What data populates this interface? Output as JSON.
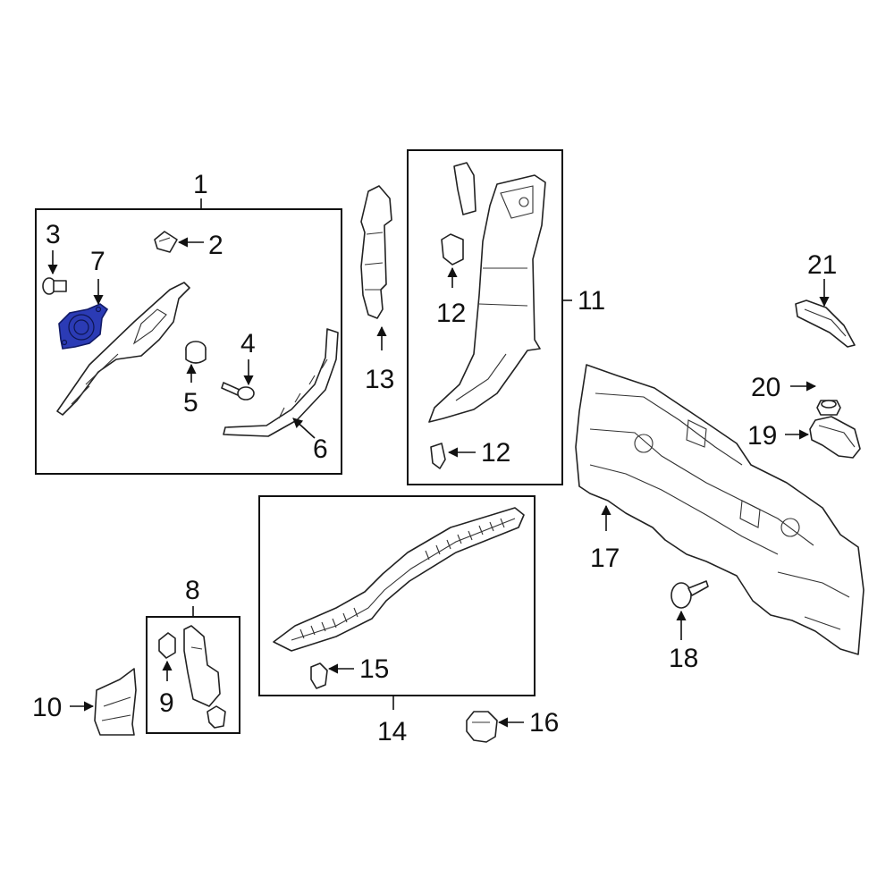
{
  "callouts": {
    "c1": "1",
    "c2": "2",
    "c3": "3",
    "c4": "4",
    "c5": "5",
    "c6": "6",
    "c7": "7",
    "c8": "8",
    "c9": "9",
    "c10": "10",
    "c11": "11",
    "c12a": "12",
    "c12b": "12",
    "c13": "13",
    "c14": "14",
    "c15": "15",
    "c16": "16",
    "c17": "17",
    "c18": "18",
    "c19": "19",
    "c20": "20",
    "c21": "21"
  },
  "colors": {
    "highlight": "#2b3bb5",
    "line": "#111111",
    "background": "#ffffff"
  }
}
